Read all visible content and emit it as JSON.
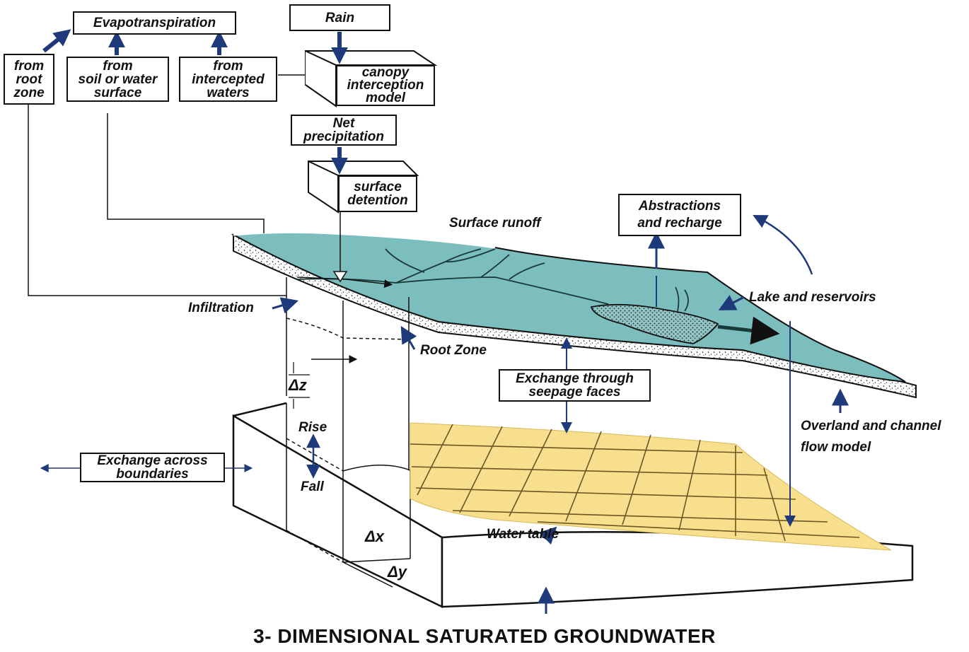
{
  "boxes": {
    "evapotranspiration": "Evapotranspiration",
    "rain": "Rain",
    "from_root_zone": "from\nroot\nzone",
    "from_soil_water_surface": "from\nsoil or water\nsurface",
    "from_intercepted_waters": "from\nintercepted\nwaters",
    "canopy_interception_model": "canopy\ninterception\nmodel",
    "net_precipitation": "Net\nprecipitation",
    "surface_detention": "surface\ndetention",
    "abstractions_and_recharge": "Abstractions\nand recharge",
    "exchange_through_seepage_faces": "Exchange through\nseepage faces",
    "exchange_across_boundaries": "Exchange across\nboundaries"
  },
  "labels": {
    "surface_runoff": "Surface runoff",
    "lake_and_reservoirs": "Lake and reservoirs",
    "infiltration": "Infiltration",
    "root_zone": "Root Zone",
    "overland_and_channel_flow_model": "Overland and channel\nflow model",
    "rise": "Rise",
    "fall": "Fall",
    "delta_z": "Δz",
    "delta_x": "Δx",
    "delta_y": "Δy",
    "water_table": "Water table"
  },
  "title": "3- DIMENSIONAL SATURATED GROUNDWATER",
  "colors": {
    "arrow": "#1f3a7a",
    "surface_water": "#7cbdbd",
    "water_table": "#f7df8e",
    "outline": "#111111"
  }
}
